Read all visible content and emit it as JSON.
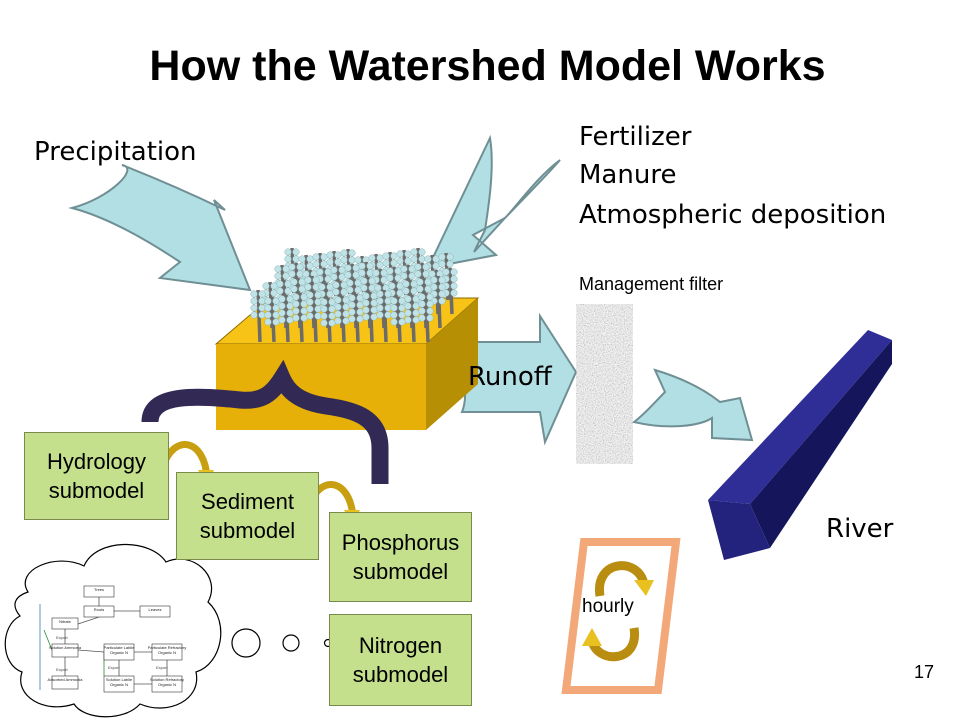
{
  "title": "How the Watershed Model Works",
  "inputs": {
    "precipitation": "Precipitation",
    "fertilizer": "Fertilizer",
    "manure": "Manure",
    "atmospheric_deposition": "Atmospheric deposition"
  },
  "management_filter": "Management filter",
  "runoff": "Runoff",
  "river": "River",
  "hourly": "hourly",
  "page_number": "17",
  "submodels": [
    {
      "line1": "Hydrology",
      "line2": "submodel"
    },
    {
      "line1": "Sediment",
      "line2": "submodel"
    },
    {
      "line1": "Phosphorus",
      "line2": "submodel"
    },
    {
      "line1": "Nitrogen",
      "line2": "submodel"
    }
  ],
  "nitrogen_diagram": {
    "nodes": [
      "Trees",
      "Roots",
      "Leaves",
      "Nitrate",
      "Solution Ammonia",
      "Particulate Labile Organic N",
      "Particulate Refractory Organic N",
      "Adsorbed Ammonia",
      "Solution Labile Organic N",
      "Solution Refractory Organic N"
    ],
    "edge_labels": [
      "Export"
    ]
  },
  "colors": {
    "arrow_fill": "#b2dfe3",
    "arrow_stroke": "#6f8f94",
    "land_top": "#f7c316",
    "land_front": "#e6b008",
    "land_side": "#b78f05",
    "river": "#23237e",
    "brace": "#322a54",
    "submodel_box": "#c4e08c",
    "cycle_frame": "#f2a878",
    "cycle_arrow": "#e8c020"
  }
}
